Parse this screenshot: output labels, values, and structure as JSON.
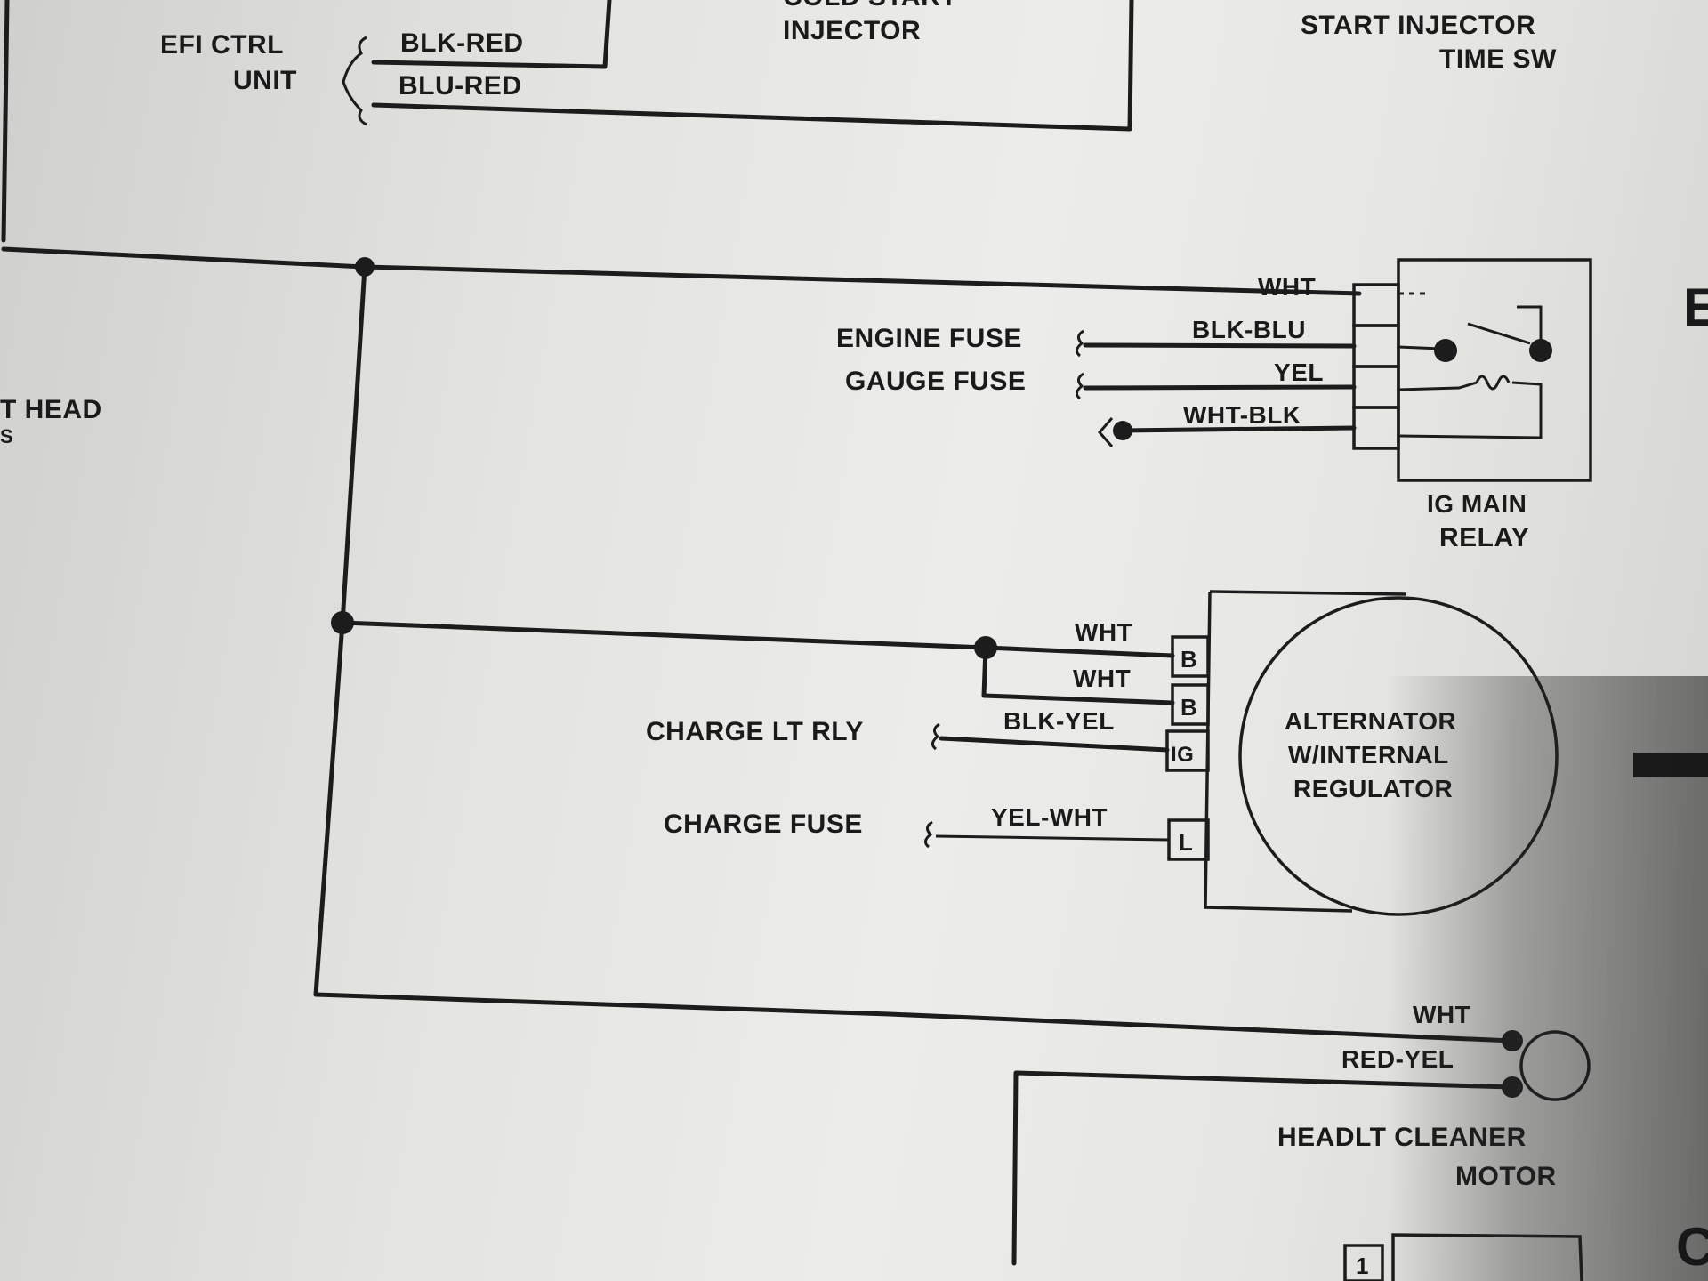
{
  "labels": {
    "efi_ctrl": "EFI CTRL",
    "unit": "UNIT",
    "blk_red": "BLK-RED",
    "blu_red": "BLU-RED",
    "cold_start_1": "COLD START",
    "cold_start_2": "INJECTOR",
    "start_inj_1": "START INJECTOR",
    "start_inj_2": "TIME SW",
    "cyl_head_1": "T HEAD",
    "cyl_head_2": "S",
    "relay_wht": "WHT",
    "relay_blk_blu": "BLK-BLU",
    "relay_yel": "YEL",
    "relay_wht_blk": "WHT-BLK",
    "engine_fuse": "ENGINE FUSE",
    "gauge_fuse": "GAUGE FUSE",
    "relay_name_1": "IG MAIN",
    "relay_name_2": "RELAY",
    "alt_wht_1": "WHT",
    "alt_wht_2": "WHT",
    "alt_blk_yel": "BLK-YEL",
    "alt_yel_wht": "YEL-WHT",
    "charge_lt_rly": "CHARGE LT RLY",
    "charge_fuse": "CHARGE FUSE",
    "pin_b1": "B",
    "pin_b2": "B",
    "pin_ig": "IG",
    "pin_l": "L",
    "alt_name_1": "ALTERNATOR",
    "alt_name_2": "W/INTERNAL",
    "alt_name_3": "REGULATOR",
    "motor_wht": "WHT",
    "motor_red_yel": "RED-YEL",
    "motor_name_1": "HEADLT CLEANER",
    "motor_name_2": "MOTOR",
    "bottom_pin": "1",
    "edge_letter_e": "E",
    "edge_letter_c": "C"
  },
  "colors": {
    "ink": "#1c1c1c",
    "paper": "#e6e6e3"
  }
}
